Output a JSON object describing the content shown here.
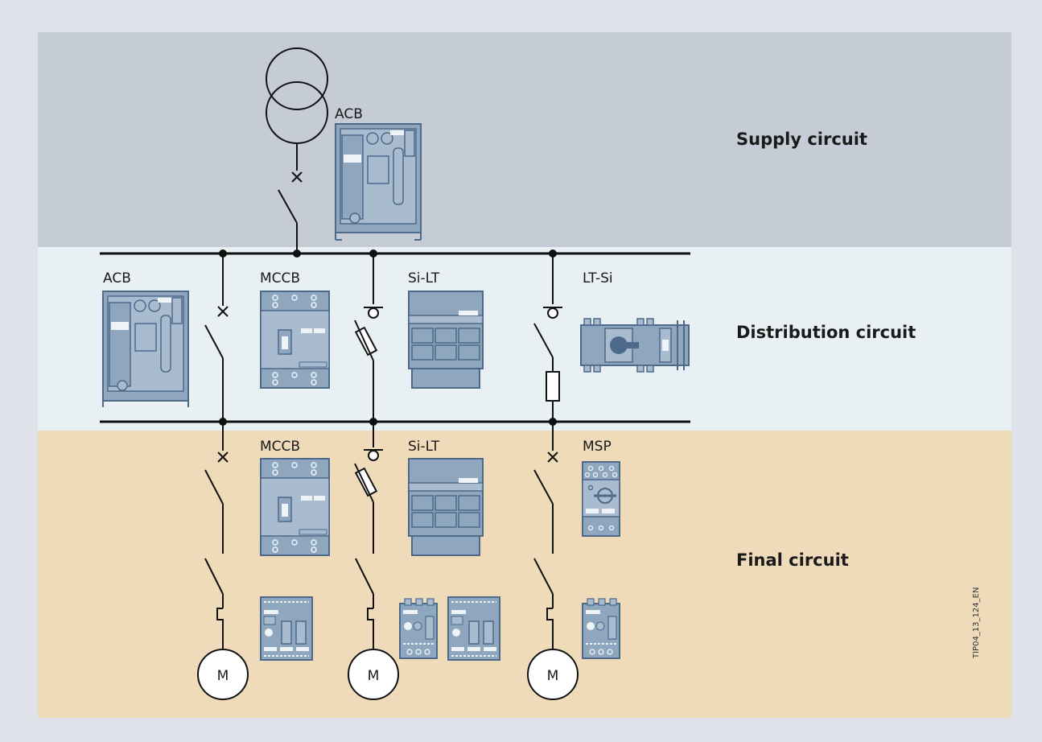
{
  "zones": {
    "supply": "Supply circuit",
    "distribution": "Distribution circuit",
    "final": "Final circuit"
  },
  "devices": {
    "supply_acb": "ACB",
    "dist_acb": "ACB",
    "dist_mccb": "MCCB",
    "dist_silt": "Si-LT",
    "dist_ltsi": "LT-Si",
    "final_mccb": "MCCB",
    "final_silt": "Si-LT",
    "final_msp": "MSP"
  },
  "motors": [
    "M",
    "M",
    "M"
  ],
  "doc_id": "TIP04_13_124_EN",
  "colors": {
    "supply_band": "#c5ccd6",
    "distribution_band": "#e9f0f4",
    "final_band": "#efdbba",
    "device_fill": "#8fa6bf",
    "device_stroke": "#4d6a8a",
    "line": "#111111"
  }
}
